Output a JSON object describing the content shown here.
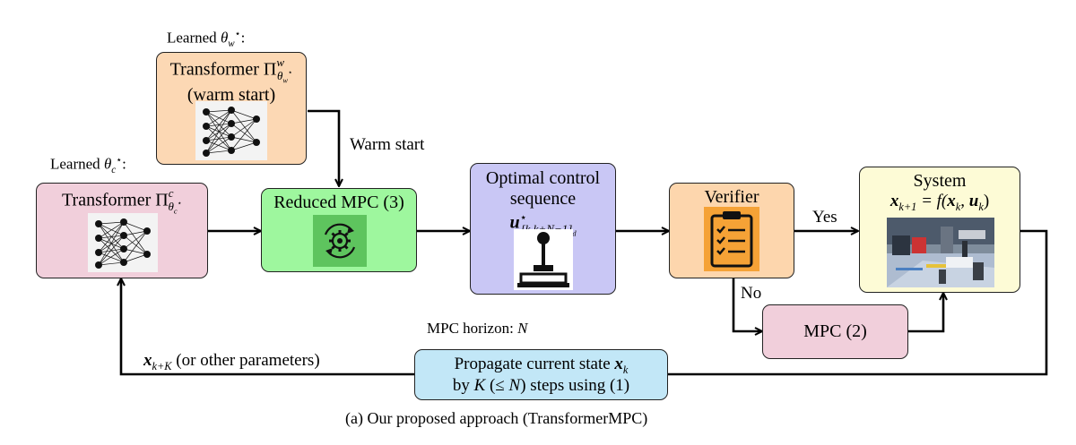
{
  "learned_w": {
    "prefix": "Learned",
    "symbol": "θ",
    "sub": "w",
    "sup": "⋆",
    "suffix": ":"
  },
  "learned_c": {
    "prefix": "Learned",
    "symbol": "θ",
    "sub": "c",
    "sup": "⋆",
    "suffix": ":"
  },
  "warm_transformer": {
    "line1_text": "Transformer Π",
    "sup": "w",
    "sub_symbol": "θ",
    "sub_sub": "w",
    "sub_sup": "⋆",
    "line2": "(warm start)"
  },
  "cold_transformer": {
    "line1_text": "Transformer Π",
    "sup": "c",
    "sub_symbol": "θ",
    "sub_sub": "c",
    "sub_sup": "⋆"
  },
  "warm_start_label": "Warm start",
  "reduced_mpc": {
    "title": "Reduced MPC (3)"
  },
  "optimal_control": {
    "line1": "Optimal control",
    "line2": "sequence",
    "symbol": "u",
    "sup": "⋆",
    "sub": "[k,k+N−1]",
    "sub2": "d"
  },
  "verifier": {
    "title": "Verifier"
  },
  "yes_label": "Yes",
  "no_label": "No",
  "system": {
    "title": "System",
    "equation_lhs": "x",
    "lhs_sub": "k+1",
    "equation_rhs": " = f(",
    "x2": "x",
    "x2_sub": "k",
    "comma": ", ",
    "u": "u",
    "u_sub": "k",
    "close": ")"
  },
  "mpc2": {
    "title": "MPC (2)"
  },
  "mpc_horizon": {
    "text": "MPC horizon: ",
    "symbol": "N"
  },
  "feedback_label": {
    "symbol": "x",
    "sub": "k+K",
    "text": " (or other parameters)"
  },
  "propagate": {
    "line1_text": "Propagate current state ",
    "line1_symbol": "x",
    "line1_sub": "k",
    "line2_pre": "by ",
    "line2_K": "K",
    "line2_mid": " (≤ ",
    "line2_N": "N",
    "line2_post": ") steps using (1)"
  },
  "caption": "(a) Our proposed approach (TransformerMPC)",
  "colors": {
    "warm_box": "#fcd8b4",
    "cold_box": "#f1cfdb",
    "reduced_mpc_box": "#9ef79e",
    "optimal_box": "#c9c7f5",
    "verifier_box": "#fdd6ad",
    "system_box": "#fdfbd6",
    "mpc2_box": "#f1cfdb",
    "propagate_box": "#c2e7f7"
  }
}
